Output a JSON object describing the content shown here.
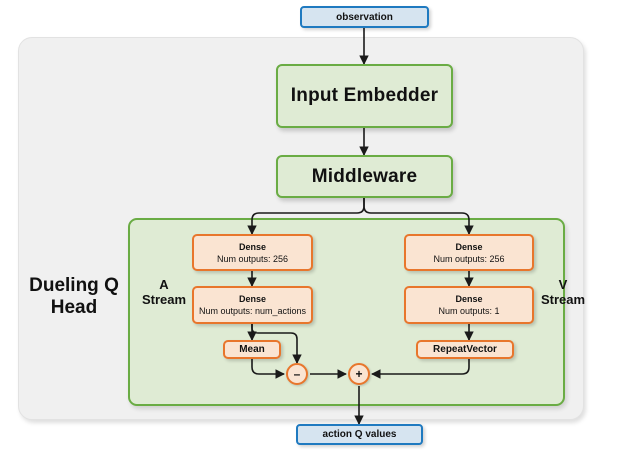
{
  "diagram": {
    "title_label": "Dueling Q Head",
    "input_node": "observation",
    "output_node": "action Q values",
    "stream_labels": {
      "a": "A\nStream",
      "a_line1": "A",
      "a_line2": "Stream",
      "v_line1": "V",
      "v_line2": "Stream"
    },
    "blocks": {
      "input_embedder": "Input Embedder",
      "middleware": "Middleware"
    },
    "a_stream": {
      "dense1_title": "Dense",
      "dense1_sub": "Num outputs: 256",
      "dense2_title": "Dense",
      "dense2_sub": "Num outputs: num_actions",
      "mean": "Mean",
      "operator": "–"
    },
    "v_stream": {
      "dense1_title": "Dense",
      "dense1_sub": "Num outputs: 256",
      "dense2_title": "Dense",
      "dense2_sub": "Num outputs: 1",
      "repeat_vector": "RepeatVector",
      "operator": "+"
    },
    "merge_operator": "+",
    "colors": {
      "io_fill": "#d6e4f0",
      "io_border": "#1f7ac0",
      "green_fill": "#dfebd4",
      "green_border": "#6aac44",
      "orange_fill": "#fae4d2",
      "orange_border": "#e8762c",
      "outer_panel_fill": "#f0f0f0",
      "edge": "#1a1a1a",
      "background": "#ffffff"
    }
  }
}
